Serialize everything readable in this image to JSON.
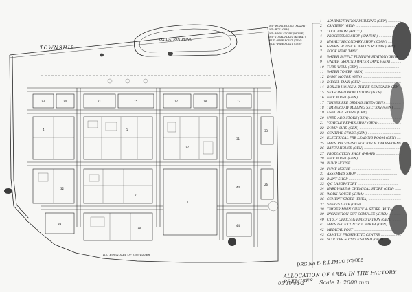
{
  "drawing": {
    "township_label": "TOWNSHIP",
    "pond_label": "OXIDATION POND",
    "caption": "ALLOCATION OF AREA IN THE FACTORY PREMISES",
    "drawing_number": "DRG No E- R.L.IMCO (C)/085",
    "reference": "05 10 04-2",
    "scale": "Scale 1: 2000 mm",
    "bottom_note": "R.L. BOUNDARY OF THE WATER"
  },
  "top_notes": [
    "MI - WORK HOUSE (MAZHT)",
    "MI - BCS (GEN)",
    "MI - HIGH STORE (DEVSE)",
    "MI - TOTAL PLANT (KUWAT)",
    "BUD - FIRE POINT (GEN)",
    "BUD - FIRE POINT (GEN)"
  ],
  "legend": [
    {
      "num": "1",
      "text": "ADMINISTRATION BUILDING (GEN)"
    },
    {
      "num": "2",
      "text": "CANTEEN (GEN)"
    },
    {
      "num": "3",
      "text": "TOOL ROOM (KOTTI)"
    },
    {
      "num": "4",
      "text": "PROCESSING SHOP (KAMYAR)"
    },
    {
      "num": "5",
      "text": "HIGHLY SECONDARY SHOP (KOAM)"
    },
    {
      "num": "6",
      "text": "GREEN HOUSE & WELL'S ROOMS (GEN)"
    },
    {
      "num": "7",
      "text": "DOCK HEAT TANK"
    },
    {
      "num": "8",
      "text": "WATER SUPPLY PUMPING STATION (GEN)"
    },
    {
      "num": "9",
      "text": "UNDER GROUND WATER TANK (GEN)"
    },
    {
      "num": "10",
      "text": "TUBE WELL (GEN)"
    },
    {
      "num": "11",
      "text": "WATER TOWER (GEN)"
    },
    {
      "num": "12",
      "text": "DIGGI MOTOR (GEN)"
    },
    {
      "num": "13",
      "text": "DIESEL TANK (GEN)"
    },
    {
      "num": "14",
      "text": "BOILER HOUSE & THREE SEASONED GEN"
    },
    {
      "num": "15",
      "text": "SEASONED WOOD STORE (GEN)"
    },
    {
      "num": "16",
      "text": "FIRE POINT (GEN)"
    },
    {
      "num": "17",
      "text": "TIMBER PRE DRYING SHED (GEN)"
    },
    {
      "num": "18",
      "text": "TIMBER SAW MILLING SECTION (GEN)"
    },
    {
      "num": "19",
      "text": "USED OIL STORE (GEN)"
    },
    {
      "num": "20",
      "text": "USED ADD STORE (GEN)"
    },
    {
      "num": "21",
      "text": "VEHICLE REPAIR SHOP (GEN)"
    },
    {
      "num": "22",
      "text": "DUMP YARD (GEN)"
    },
    {
      "num": "23",
      "text": "CENTRAL STORE (GEN)"
    },
    {
      "num": "24",
      "text": "ELECTRICAL PRE LEADING ROOM (GEN)"
    },
    {
      "num": "25",
      "text": "MAIN RECEIVING STATION & TRANSFORMER HOUSE (GEN)"
    },
    {
      "num": "26",
      "text": "BATCH HOUSE (GEN)"
    },
    {
      "num": "27",
      "text": "PRODUCTION SHOP (PAVAR)"
    },
    {
      "num": "28",
      "text": "FIRE POINT (GEN)"
    },
    {
      "num": "29",
      "text": "PUMP HOUSE"
    },
    {
      "num": "30",
      "text": "PUMP HOUSE"
    },
    {
      "num": "31",
      "text": "ASSEMBLY SHOP"
    },
    {
      "num": "32",
      "text": "PAINT SHOP"
    },
    {
      "num": "33",
      "text": "Q.C LABORATORY"
    },
    {
      "num": "34",
      "text": "HARDWARE & CHEMICAL STORE (GEN)"
    },
    {
      "num": "35",
      "text": "WORK HOUSE (KUKA)"
    },
    {
      "num": "36",
      "text": "CEMENT STORE (KUKA)"
    },
    {
      "num": "37",
      "text": "SPARES GATE (GEN)"
    },
    {
      "num": "38",
      "text": "TIMBER MAIN CHECK & STORE (KUKA)"
    },
    {
      "num": "39",
      "text": "INSPECTION OUT COMPLEX (KUKA)"
    },
    {
      "num": "40",
      "text": "C.I.S.F OFFICE & FIRE STATION (GEN)"
    },
    {
      "num": "41",
      "text": "MAIN GATE CONTROL ROOM (GEN)"
    },
    {
      "num": "42",
      "text": "MEDICAL POST"
    },
    {
      "num": "43",
      "text": "CAMPUS PROSTHETIC CENTRE"
    },
    {
      "num": "44",
      "text": "SCOOTER & CYCLE STAND (GEN)"
    }
  ],
  "block_labels": {
    "b1": "23",
    "b2": "24",
    "b3": "21",
    "b4": "15",
    "b5": "17",
    "b6": "18",
    "b7": "12",
    "b8": "4",
    "b9": "5",
    "b10": "27",
    "b11": "31",
    "b12": "32",
    "b13": "2",
    "b14": "1",
    "b15": "40",
    "b16": "39",
    "b17": "38",
    "b18": "44",
    "b19": "33",
    "b20": "26"
  }
}
